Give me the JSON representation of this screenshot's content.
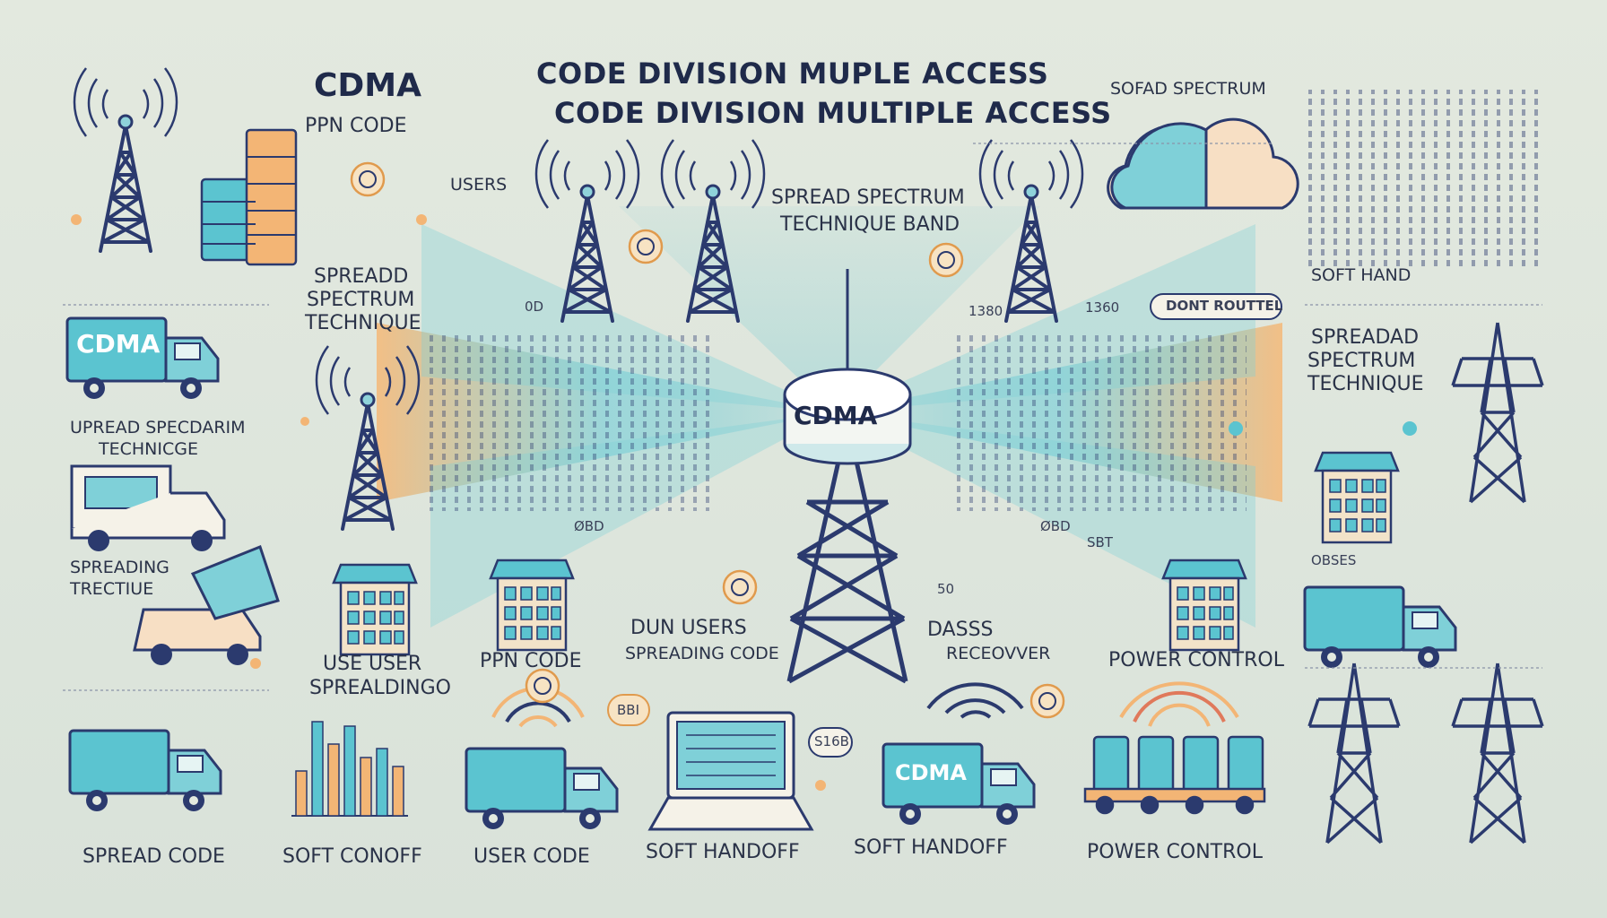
{
  "header": {
    "title_line1": "CODE DIVISION MUPLE ACCESS",
    "title_line2": "CODE DIVISION MULTIPLE ACCESS",
    "cdma_left": "CDMA",
    "ppn_code_top": "PPN  CODE",
    "sofad_spectrum": "SOFAD SPECTRUM"
  },
  "center": {
    "hub_label": "CDMA",
    "users": "USERS",
    "spread_band_l1": "SPREAD SPECTRUM",
    "spread_band_l2": "TECHNIQUE BAND",
    "spreadd_l1": "SPREADD",
    "spreadd_l2": "SPECTRUM",
    "spreadd_l3": "TECHNIQUE",
    "dont_routtel": "DONT ROUTTEL",
    "soft_hand": "SOFT HAND",
    "num_1380": "1380",
    "num_1360": "1360",
    "small_a": "0D",
    "small_b": "ØBD",
    "small_c": "ØBD",
    "sbt": "SBT",
    "b_50": "50"
  },
  "left": {
    "truck_label": "CDMA",
    "upread_l1": "UPREAD SPECDARIM",
    "upread_l2": "TECHNICGE",
    "spreading_l1": "SPREADING",
    "spreading_l2": "TRECTIUE"
  },
  "right": {
    "spreadad_l1": "SPREADAD",
    "spreadad_l2": "SPECTRUM",
    "spreadad_l3": "TECHNIQUE",
    "obses": "OBSES"
  },
  "mid_row": {
    "use_user_l1": "USE USER",
    "use_user_l2": "SPREALDINGO",
    "ppn_code": "PPN CODE",
    "dun_users_l1": "DUN USERS",
    "dun_users_l2": "SPREADING CODE",
    "dasss_l1": "DASSS",
    "dasss_l2": "RECEOVVER",
    "power_control": "POWER CONTROL"
  },
  "bottom": {
    "spread_code": "SPREAD CODE",
    "soft_conoff": "SOFT CONOFF",
    "user_code": "USER CODE",
    "soft_handoff_1": "SOFT HANDOFF",
    "soft_handoff_2": "SOFT HANDOFF",
    "power_control": "POWER CONTROL",
    "truck_label": "CDMA",
    "badge_a": "BBI",
    "badge_b": "S16B"
  },
  "colors": {
    "navy": "#2b3a6e",
    "teal": "#5bc4d0",
    "orange": "#f3b575",
    "background": "#dfe6dc"
  }
}
